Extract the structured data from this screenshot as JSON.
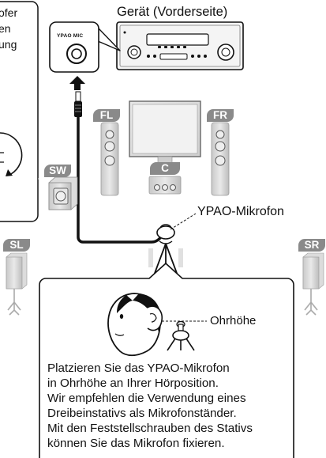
{
  "instruction_cut_off": [
    "ofer",
    "en",
    "ung"
  ],
  "device_label": "Gerät (Vorderseite)",
  "mic_port_label": "YPAO MIC",
  "microphone_label": "YPAO-Mikrofon",
  "ear_height_label": "Ohrhöhe",
  "speakers": {
    "front_left": "FL",
    "front_right": "FR",
    "center": "C",
    "subwoofer": "SW",
    "surround_left": "SL",
    "surround_right": "SR"
  },
  "instructions": [
    "Platzieren Sie das YPAO-Mikrofon",
    "in Ohrhöhe an Ihrer Hörposition.",
    "Wir empfehlen die Verwendung eines",
    "Dreibeinstativs als Mikrofonständer.",
    "Mit den Feststellschrauben des Stativs",
    "können Sie das Mikrofon fixieren."
  ],
  "colors": {
    "badge": "#8a8a8a",
    "speaker_body": "#d4d4d4",
    "cable": "#111111",
    "skin_outline": "#111111"
  }
}
